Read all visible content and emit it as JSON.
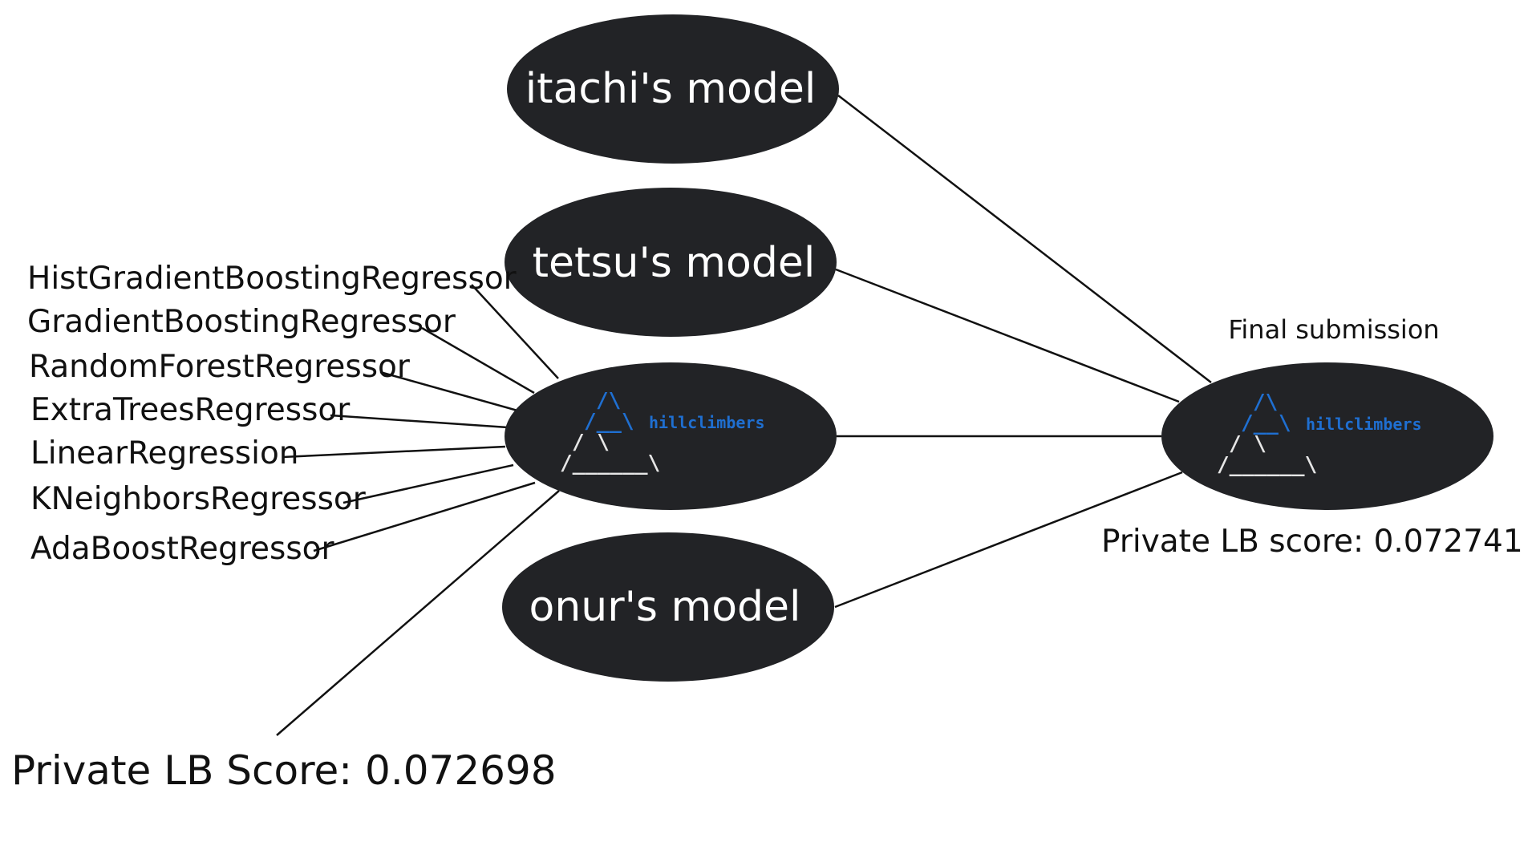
{
  "nodes": {
    "itachi": {
      "label": "itachi's model"
    },
    "tetsu": {
      "label": "tetsu's model"
    },
    "onur": {
      "label": "onur's model"
    },
    "hillclimbers_left": {
      "logo_text": "hillclimbers"
    },
    "final": {
      "title": "Final submission",
      "logo_text": "hillclimbers",
      "score": "Private LB score: 0.072741"
    }
  },
  "models": [
    "HistGradientBoostingRegressor",
    "GradientBoostingRegressor",
    "RandomForestRegressor",
    "ExtraTreesRegressor",
    "LinearRegression",
    "KNeighborsRegressor",
    "AdaBoostRegressor"
  ],
  "left_score": "Private LB Score: 0.072698",
  "colors": {
    "node_fill": "#222326",
    "logo_blue": "#1f6fd1",
    "logo_white": "#e6e6e6",
    "line": "#111111"
  },
  "logo_icon": "mountain-ascii-icon"
}
